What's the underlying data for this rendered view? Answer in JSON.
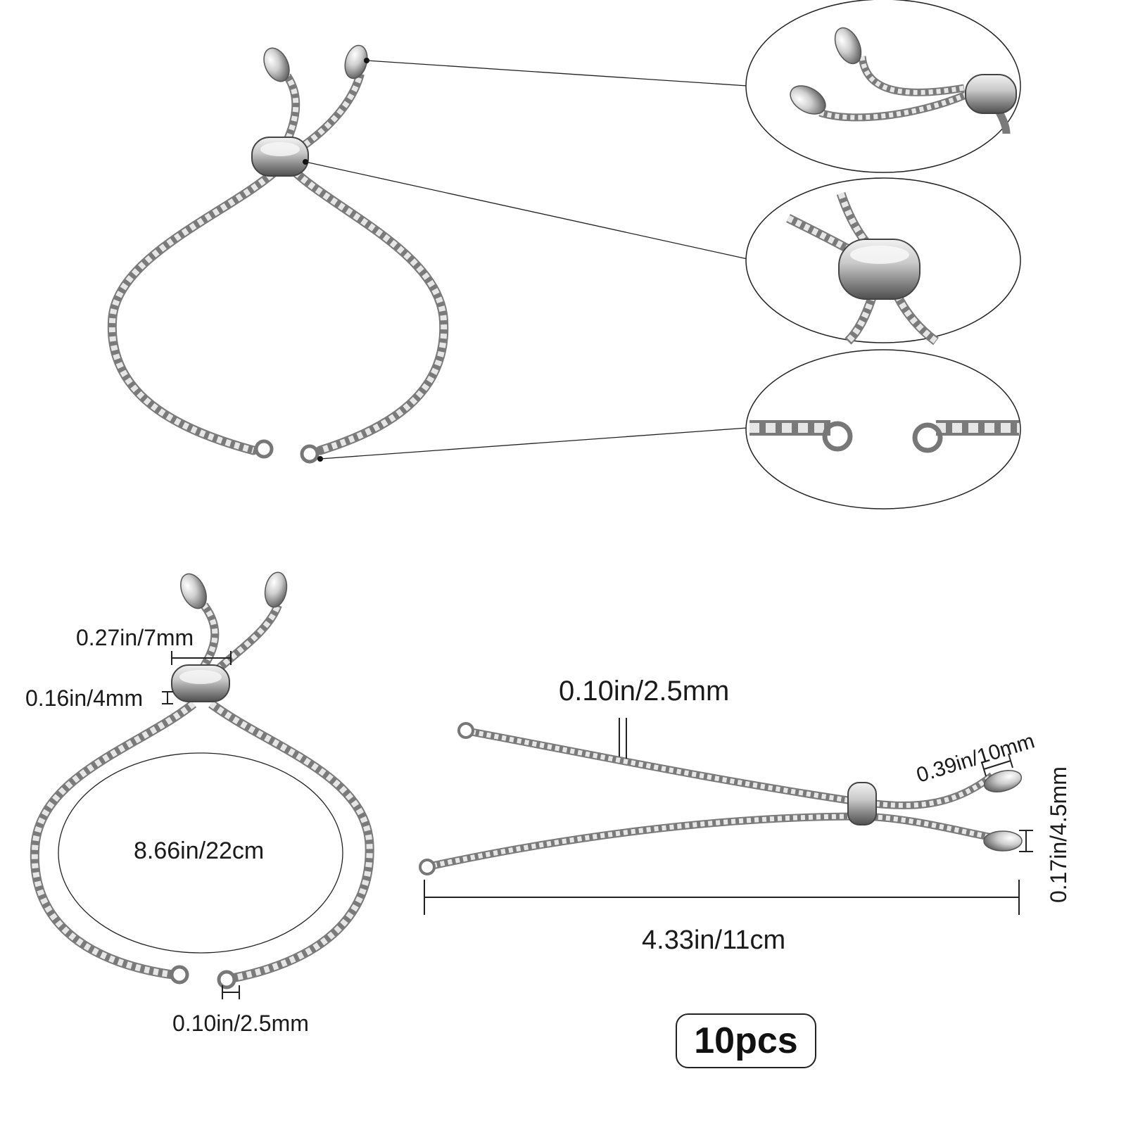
{
  "colors": {
    "metal_light": "#f4f4f4",
    "metal_mid": "#b8b8b8",
    "metal_dark": "#6a6a6a",
    "line": "#222222",
    "background": "#ffffff"
  },
  "dimensions": {
    "slider_width": "0.27in/7mm",
    "slider_height": "0.16in/4mm",
    "bracelet_circumference": "8.66in/22cm",
    "loop_chain_width": "0.10in/2.5mm",
    "chain_width": "0.10in/2.5mm",
    "end_bead_length": "0.39in/10mm",
    "end_bead_diameter": "0.17in/4.5mm",
    "half_length": "4.33in/11cm"
  },
  "quantity": "10pcs"
}
